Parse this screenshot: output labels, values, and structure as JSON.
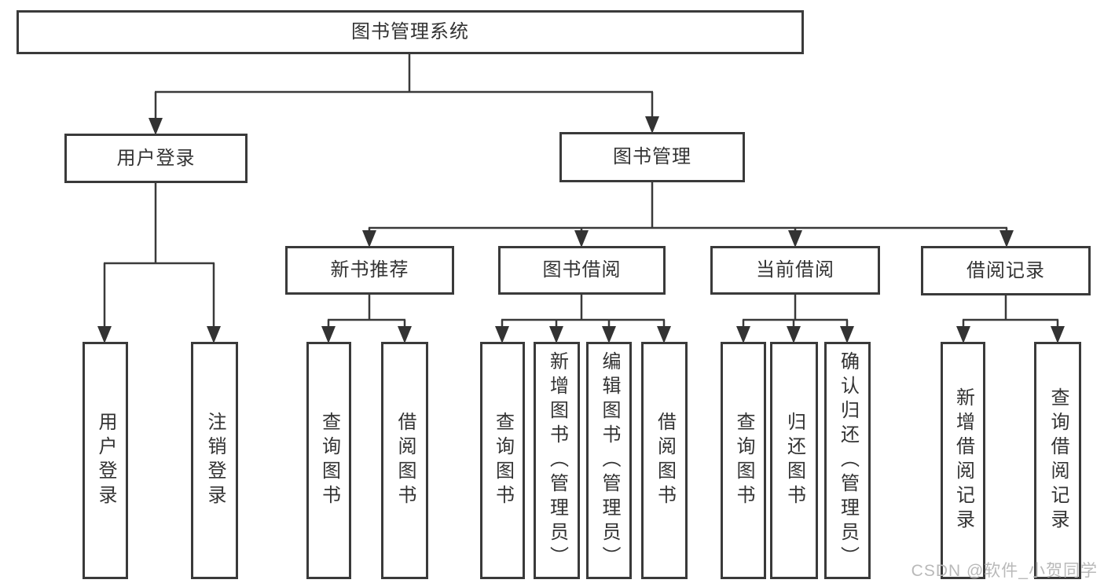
{
  "diagram": {
    "background": "#ffffff",
    "line_color": "#3a3a3a",
    "text_color": "#333333"
  },
  "nodes": {
    "root": {
      "label": "图书管理系统"
    },
    "user_login": {
      "label": "用户登录"
    },
    "book_management": {
      "label": "图书管理"
    },
    "new_book_recommend": {
      "label": "新书推荐"
    },
    "book_borrow": {
      "label": "图书借阅"
    },
    "current_borrow": {
      "label": "当前借阅"
    },
    "borrow_record": {
      "label": "借阅记录"
    },
    "leaf_user_login": {
      "label": "用户登录"
    },
    "leaf_logout": {
      "label": "注销登录"
    },
    "leaf_query_book_1": {
      "label": "查询图书"
    },
    "leaf_borrow_book_1": {
      "label": "借阅图书"
    },
    "leaf_query_book_2": {
      "label": "查询图书"
    },
    "leaf_add_book_admin": {
      "label": "新增图书（管理员）"
    },
    "leaf_edit_book_admin": {
      "label": "编辑图书（管理员）"
    },
    "leaf_borrow_book_2": {
      "label": "借阅图书"
    },
    "leaf_query_book_3": {
      "label": "查询图书"
    },
    "leaf_return_book": {
      "label": "归还图书"
    },
    "leaf_confirm_return_admin": {
      "label": "确认归还（管理员）"
    },
    "leaf_add_borrow_record": {
      "label": "新增借阅记录"
    },
    "leaf_query_borrow_record": {
      "label": "查询借阅记录"
    }
  },
  "edges": [
    [
      "root",
      "user_login"
    ],
    [
      "root",
      "book_management"
    ],
    [
      "user_login",
      "leaf_user_login"
    ],
    [
      "user_login",
      "leaf_logout"
    ],
    [
      "book_management",
      "new_book_recommend"
    ],
    [
      "book_management",
      "book_borrow"
    ],
    [
      "book_management",
      "current_borrow"
    ],
    [
      "book_management",
      "borrow_record"
    ],
    [
      "new_book_recommend",
      "leaf_query_book_1"
    ],
    [
      "new_book_recommend",
      "leaf_borrow_book_1"
    ],
    [
      "book_borrow",
      "leaf_query_book_2"
    ],
    [
      "book_borrow",
      "leaf_add_book_admin"
    ],
    [
      "book_borrow",
      "leaf_edit_book_admin"
    ],
    [
      "book_borrow",
      "leaf_borrow_book_2"
    ],
    [
      "current_borrow",
      "leaf_query_book_3"
    ],
    [
      "current_borrow",
      "leaf_return_book"
    ],
    [
      "current_borrow",
      "leaf_confirm_return_admin"
    ],
    [
      "borrow_record",
      "leaf_add_borrow_record"
    ],
    [
      "borrow_record",
      "leaf_query_borrow_record"
    ]
  ],
  "watermark": {
    "text": "CSDN @软件_小贺同学",
    "color": "#b9b9b9"
  }
}
